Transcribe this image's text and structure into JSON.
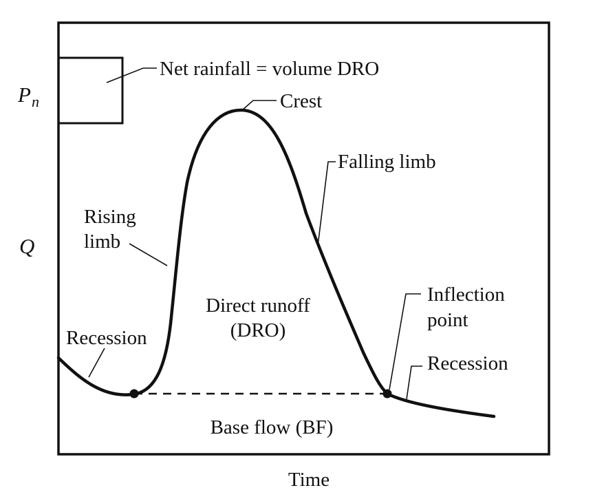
{
  "axes": {
    "x_label": "Time",
    "y_label": "Q",
    "rain_symbol": "P",
    "rain_subscript": "n"
  },
  "labels": {
    "net_rainfall": "Net rainfall = volume DRO",
    "crest": "Crest",
    "falling_limb": "Falling limb",
    "rising_limb_line1": "Rising",
    "rising_limb_line2": "limb",
    "direct_runoff_line1": "Direct runoff",
    "direct_runoff_line2": "(DRO)",
    "inflection_line1": "Inflection",
    "inflection_line2": "point",
    "recession_left": "Recession",
    "recession_right": "Recession",
    "base_flow": "Base flow (BF)"
  },
  "colors": {
    "ink": "#111111",
    "background": "#ffffff"
  }
}
